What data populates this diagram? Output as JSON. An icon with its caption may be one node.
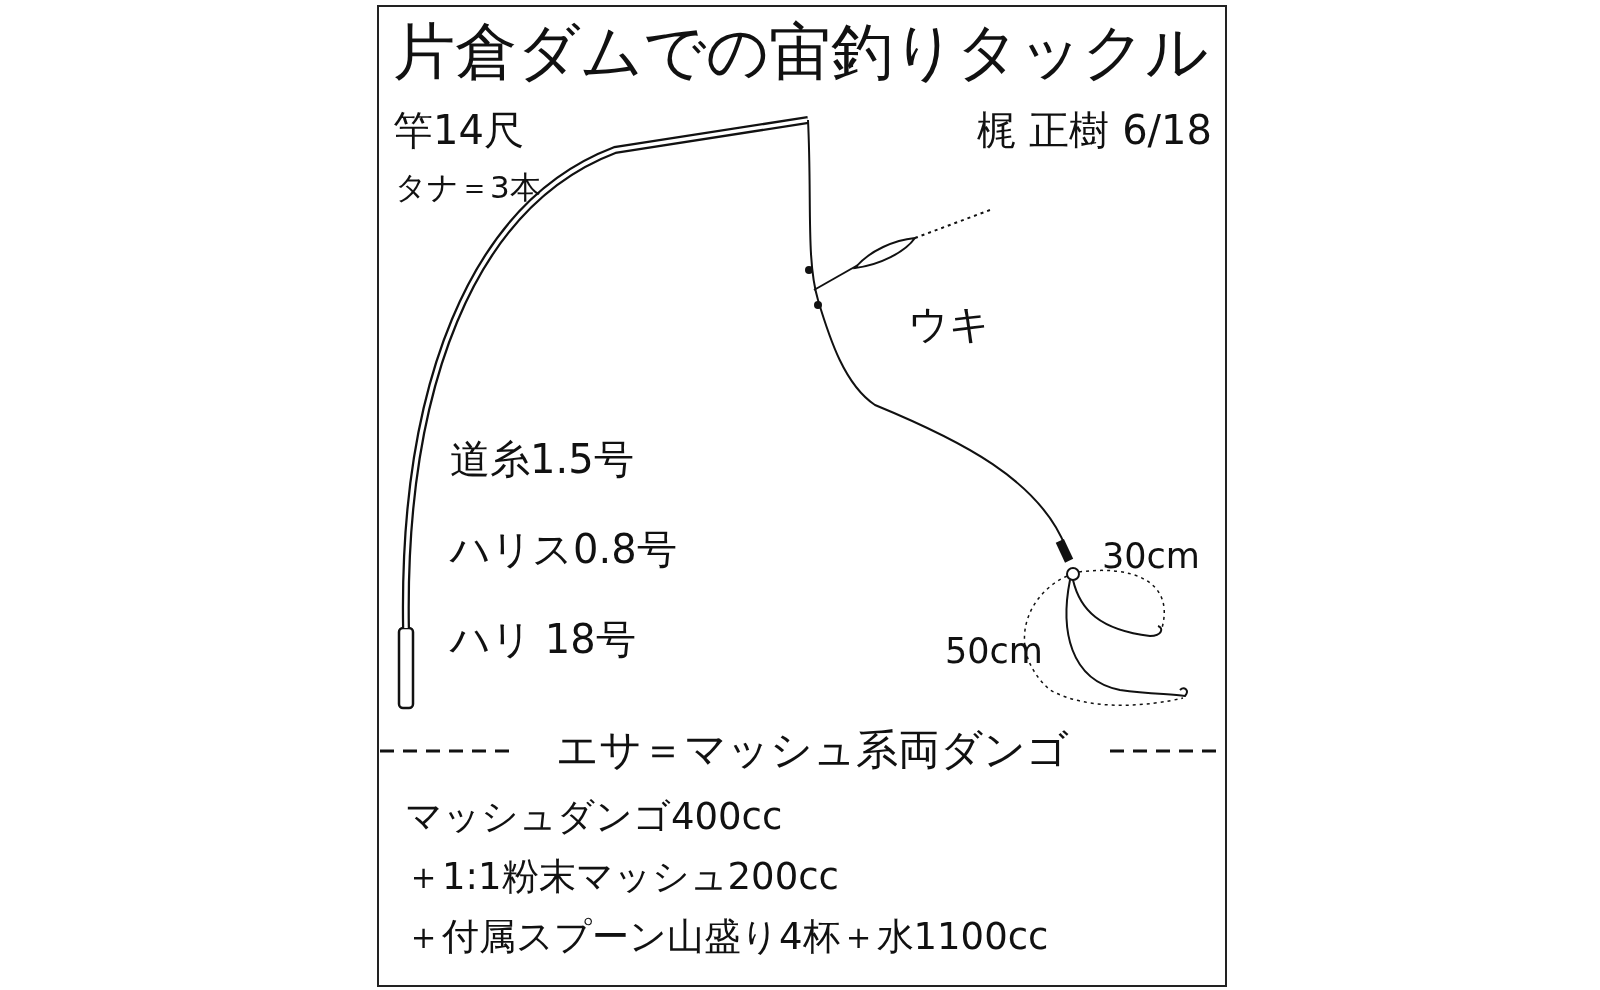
{
  "diagram": {
    "title": "片倉ダムでの宙釣りタックル",
    "labels": [
      "竿14尺",
      "梶 正樹 6/18",
      "タナ＝3本",
      "ウキ",
      "道糸1.5号",
      "ハリス0.8号",
      "ハリ 18号",
      "30cm",
      "50cm",
      "エサ＝マッシュ系両ダンゴ",
      "マッシュダンゴ400cc",
      "＋1:1粉末マッシュ200cc",
      "＋付属スプーン山盛り4杯＋水1100cc"
    ]
  }
}
